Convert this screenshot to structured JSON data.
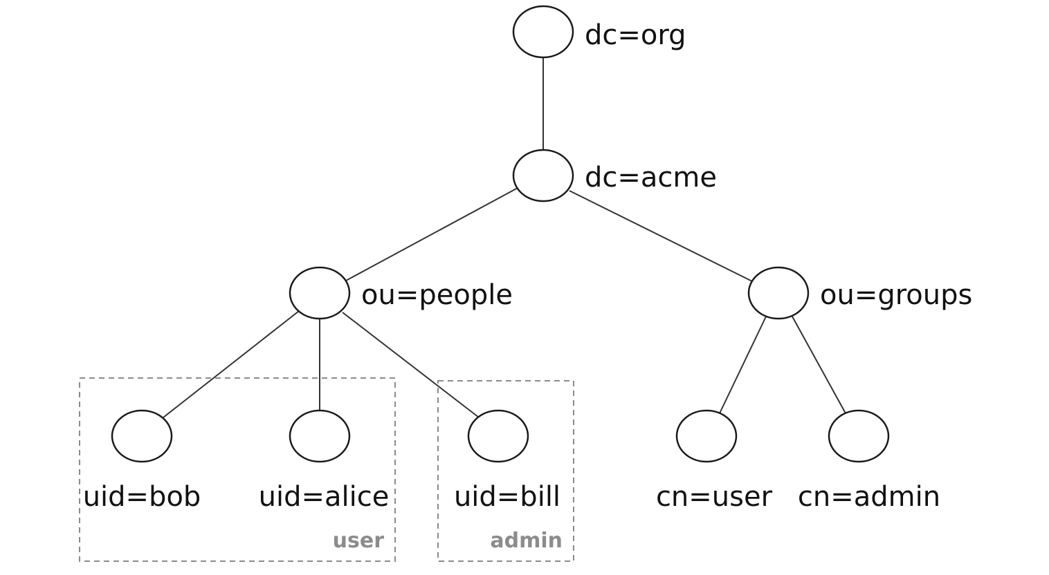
{
  "nodes": {
    "org": "dc=org",
    "acme": "dc=acme",
    "people": "ou=people",
    "groups": "ou=groups",
    "bob": "uid=bob",
    "alice": "uid=alice",
    "bill": "uid=bill",
    "cn_user": "cn=user",
    "cn_admin": "cn=admin"
  },
  "groups": {
    "user": "user",
    "admin": "admin"
  },
  "edges": [
    [
      "org",
      "acme"
    ],
    [
      "acme",
      "people"
    ],
    [
      "acme",
      "groups"
    ],
    [
      "people",
      "bob"
    ],
    [
      "people",
      "alice"
    ],
    [
      "people",
      "bill"
    ],
    [
      "groups",
      "cn_user"
    ],
    [
      "groups",
      "cn_admin"
    ]
  ]
}
